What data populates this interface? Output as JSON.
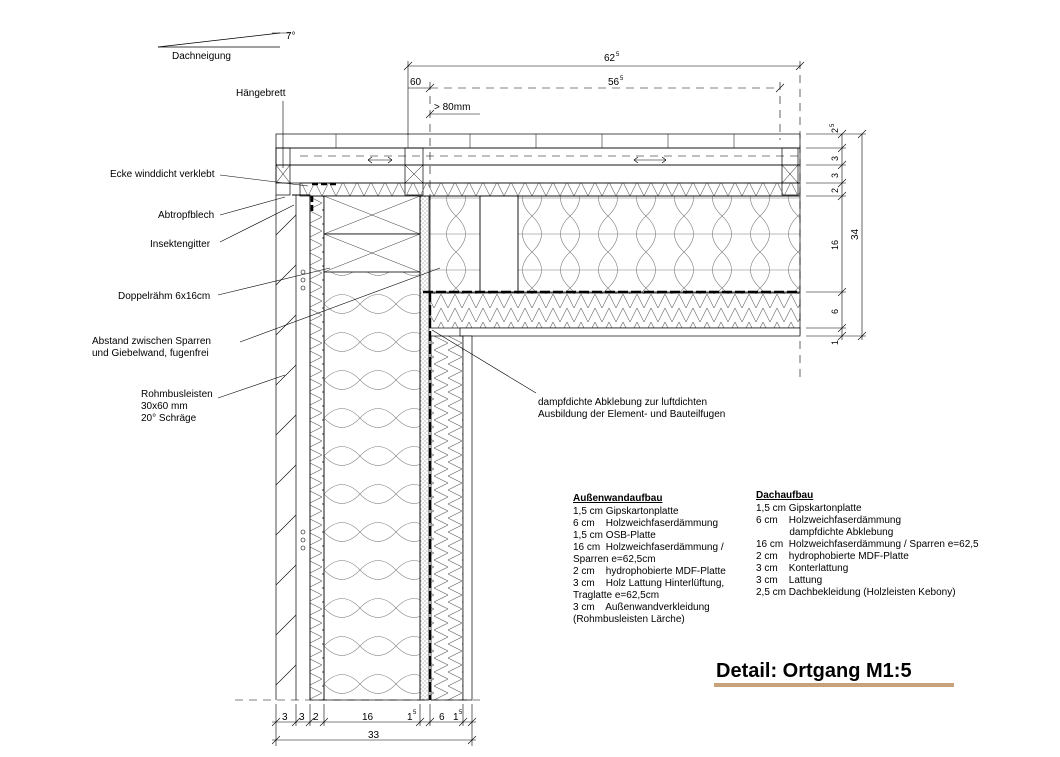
{
  "title": "Detail: Ortgang M1:5",
  "pitch": {
    "label": "Dachneigung",
    "angle": "7°"
  },
  "callouts": [
    "Hängebrett",
    "Ecke winddicht verklebt",
    "Abtropfblech",
    "Insektengitter",
    "Doppelrähm 6x16cm",
    "Abstand zwischen Sparren",
    "und Giebelwand, fugenfrei",
    "Rohmbusleisten",
    "30x60 mm",
    "20° Schräge",
    "dampfdichte Abklebung zur luftdichten",
    "Ausbildung der Element- und Bauteilfugen"
  ],
  "dims_top": {
    "total": "62",
    "total_sup": "5",
    "left": "60",
    "inner": "56",
    "inner_sup": "5",
    "gap": "> 80mm"
  },
  "dims_right": {
    "d1": "2",
    "d1_sup": "5",
    "d2": "3",
    "d3": "3",
    "d4": "2",
    "d5": "16",
    "d6": "6",
    "d7": "1",
    "total": "34"
  },
  "dims_bottom": {
    "b1": "3",
    "b2": "3",
    "b3": "2",
    "b4": "16",
    "b5": "1",
    "b5_sup": "5",
    "b6": "6",
    "b7": "1",
    "b7_sup": "5",
    "total": "33"
  },
  "wall": {
    "heading": "Außenwandaufbau",
    "rows": [
      "1,5 cm Gipskartonplatte",
      "6 cm    Holzweichfaserdämmung",
      "1,5 cm OSB-Platte",
      "16 cm  Holzweichfaserdämmung /",
      "Sparren e=62,5cm",
      "2 cm    hydrophobierte MDF-Platte",
      "3 cm    Holz Lattung Hinterlüftung,",
      "Traglatte e=62,5cm",
      "3 cm    Außenwandverkleidung",
      "(Rohmbusleisten Lärche)"
    ]
  },
  "roof": {
    "heading": "Dachaufbau",
    "rows": [
      "1,5 cm Gipskartonplatte",
      "6 cm    Holzweichfaserdämmung",
      "            dampfdichte Abklebung",
      "16 cm  Holzweichfaserdämmung / Sparren e=62,5",
      "2 cm    hydrophobierte MDF-Platte",
      "3 cm    Konterlattung",
      "3 cm    Lattung",
      "2,5 cm Dachbekleidung (Holzleisten Kebony)"
    ]
  },
  "colors": {
    "line": "#000000",
    "title_underline": "#c8a27a"
  }
}
